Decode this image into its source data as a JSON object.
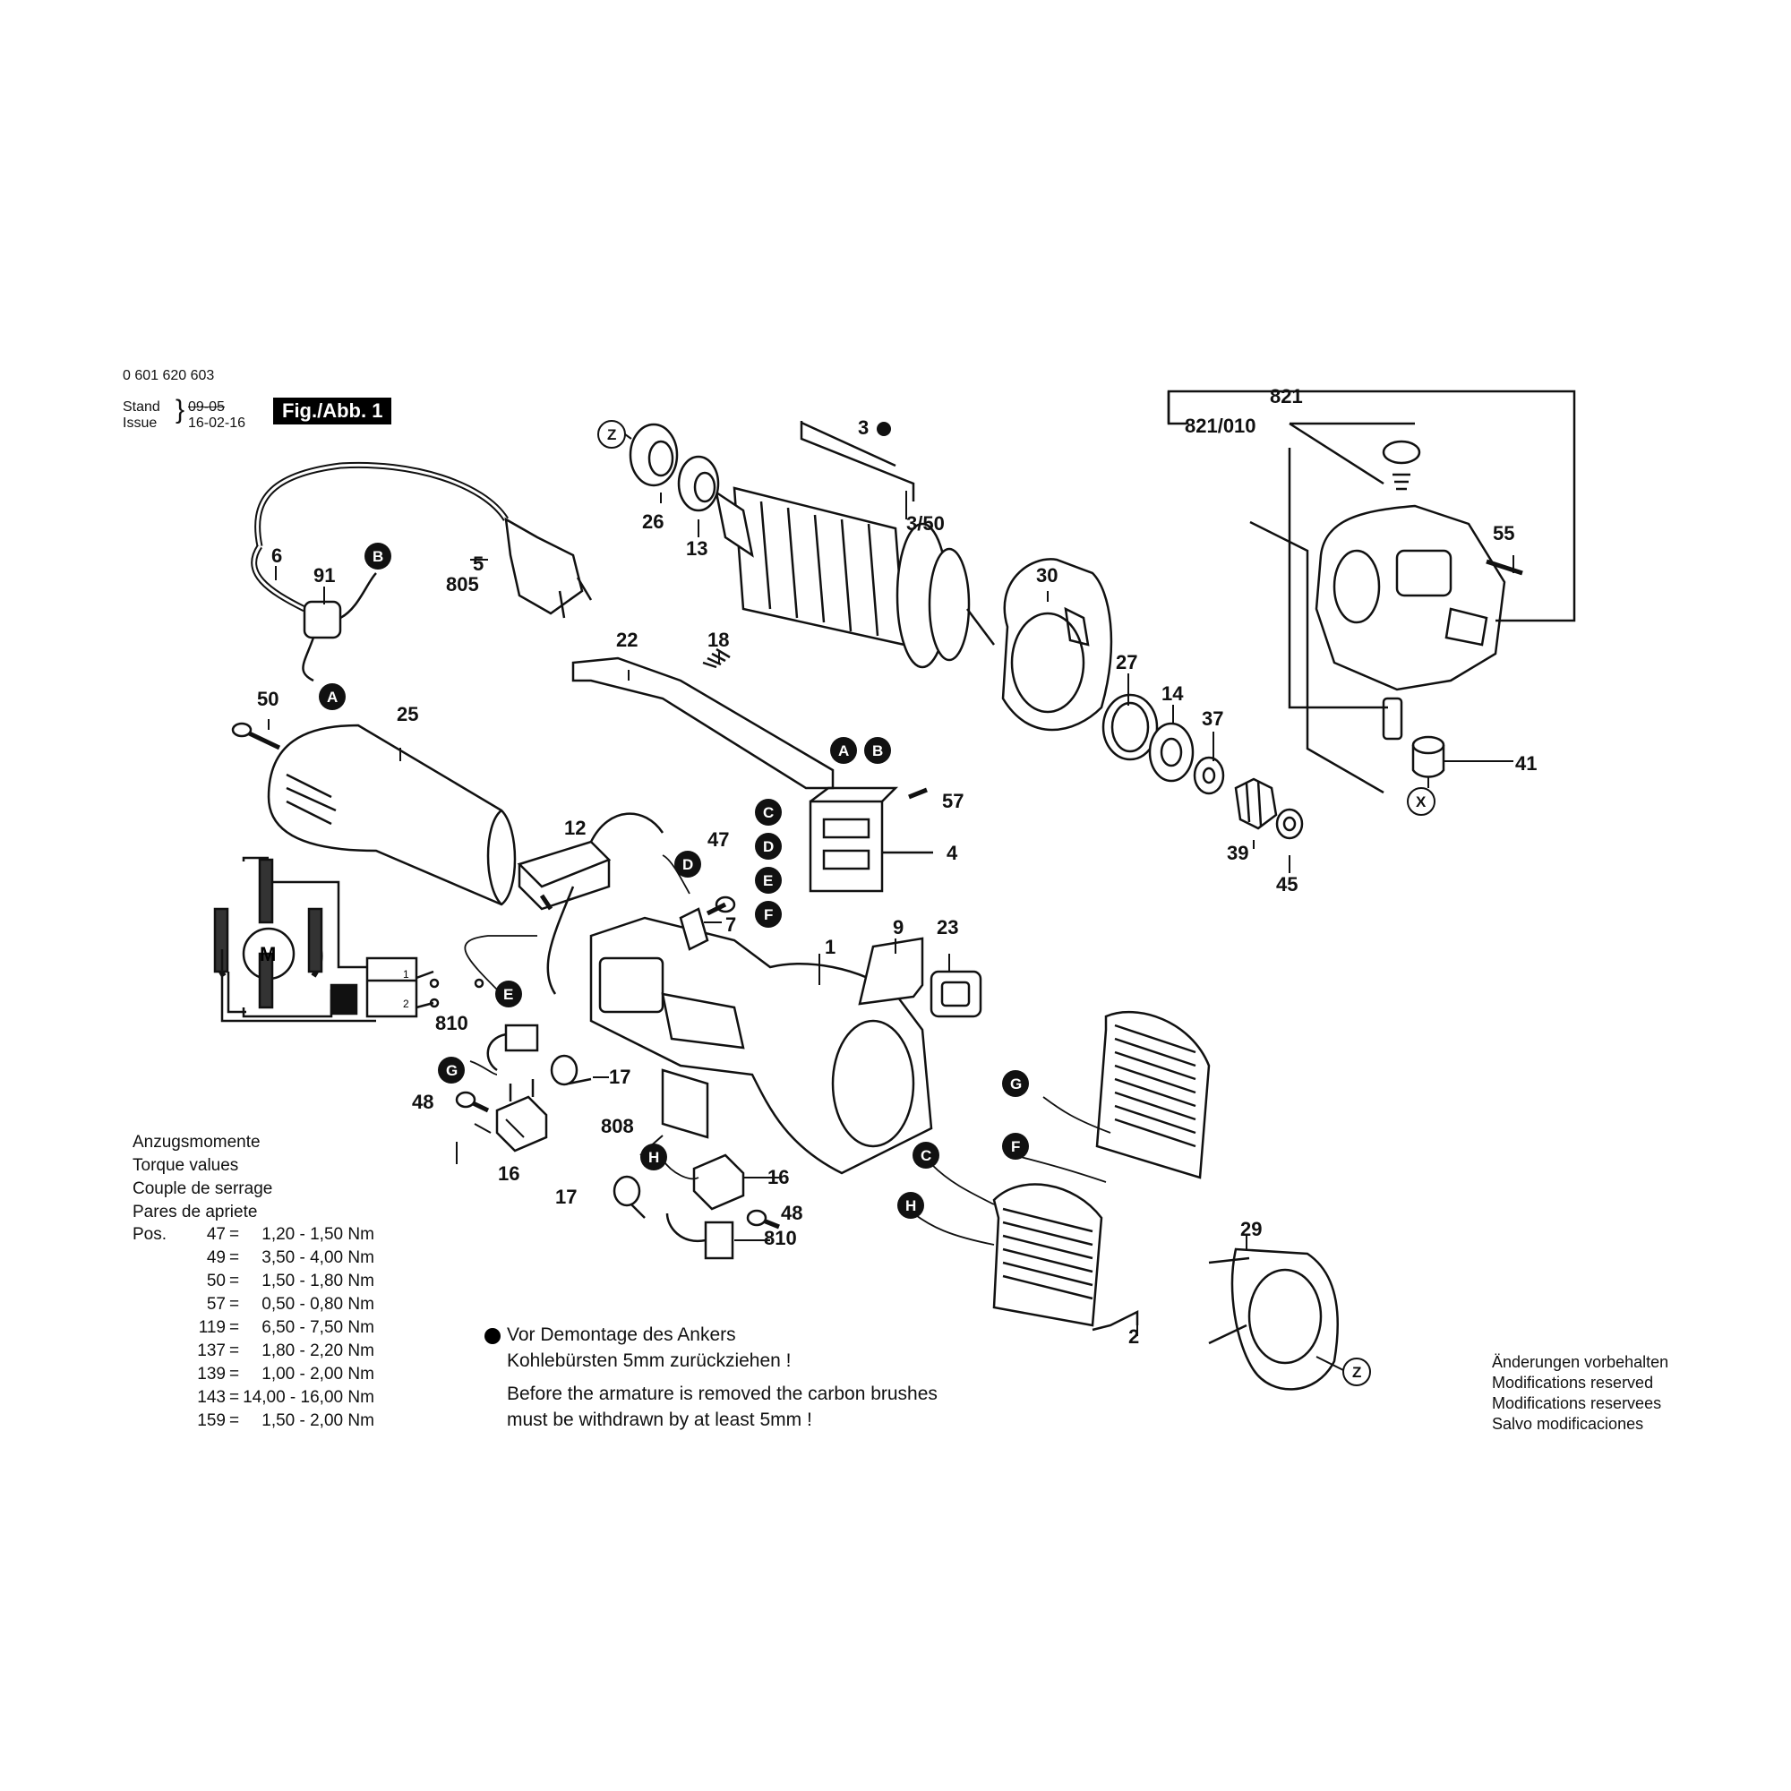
{
  "header": {
    "doc_number": "0 601 620 603",
    "stand_label": "Stand",
    "stand_date": "09-05",
    "issue_label": "Issue",
    "issue_date": "16-02-16",
    "fig_label": "Fig./Abb. 1"
  },
  "torque": {
    "titles": [
      "Anzugsmomente",
      "Torque values",
      "Couple de serrage",
      "Pares de apriete"
    ],
    "pos_label": "Pos.",
    "rows": [
      {
        "pos": "47",
        "range": "1,20 -  1,50 Nm"
      },
      {
        "pos": "49",
        "range": "3,50 -  4,00 Nm"
      },
      {
        "pos": "50",
        "range": "1,50 -  1,80 Nm"
      },
      {
        "pos": "57",
        "range": "0,50 -  0,80 Nm"
      },
      {
        "pos": "119",
        "range": "6,50 -  7,50 Nm"
      },
      {
        "pos": "137",
        "range": "1,80 -  2,20 Nm"
      },
      {
        "pos": "139",
        "range": "1,00 -  2,00 Nm"
      },
      {
        "pos": "143",
        "range": "14,00 - 16,00 Nm"
      },
      {
        "pos": "159",
        "range": "1,50 -  2,00 Nm"
      }
    ]
  },
  "note": {
    "de_line1": "Vor Demontage des Ankers",
    "de_line2": "Kohlebürsten 5mm zurückziehen !",
    "en_line1": "Before the armature is removed the carbon brushes",
    "en_line2": "must be withdrawn by at least 5mm !"
  },
  "reserved": [
    "Änderungen vorbehalten",
    "Modifications reserved",
    "Modifications reservees",
    "Salvo modificaciones"
  ],
  "parts": {
    "p1": "1",
    "p2": "2",
    "p3": "3",
    "p3_50": "3/50",
    "p4": "4",
    "p5": "5",
    "p805": "805",
    "p6": "6",
    "p7": "7",
    "p9": "9",
    "p12": "12",
    "p13": "13",
    "p14": "14",
    "p16a": "16",
    "p16b": "16",
    "p17a": "17",
    "p17b": "17",
    "p18": "18",
    "p22": "22",
    "p23": "23",
    "p25": "25",
    "p26": "26",
    "p27": "27",
    "p29": "29",
    "p30": "30",
    "p37": "37",
    "p39": "39",
    "p41": "41",
    "p45": "45",
    "p47": "47",
    "p48a": "48",
    "p48b": "48",
    "p50": "50",
    "p55": "55",
    "p57": "57",
    "p91": "91",
    "p808": "808",
    "p810a": "810",
    "p810b": "810",
    "p821": "821",
    "p821_010": "821/010"
  },
  "connectors": {
    "A1": "A",
    "B1": "B",
    "A2": "A",
    "B2": "B",
    "C1": "C",
    "D1": "D",
    "E1": "E",
    "F1": "F",
    "D2": "D",
    "E2": "E",
    "G1": "G",
    "H1": "H",
    "G2": "G",
    "F2": "F",
    "C2": "C",
    "H2": "H",
    "Z1": "Z",
    "Z2": "Z",
    "X1": "X"
  },
  "schematic": {
    "motor_label": "M",
    "switch_pos1": "1",
    "switch_pos2": "2"
  }
}
